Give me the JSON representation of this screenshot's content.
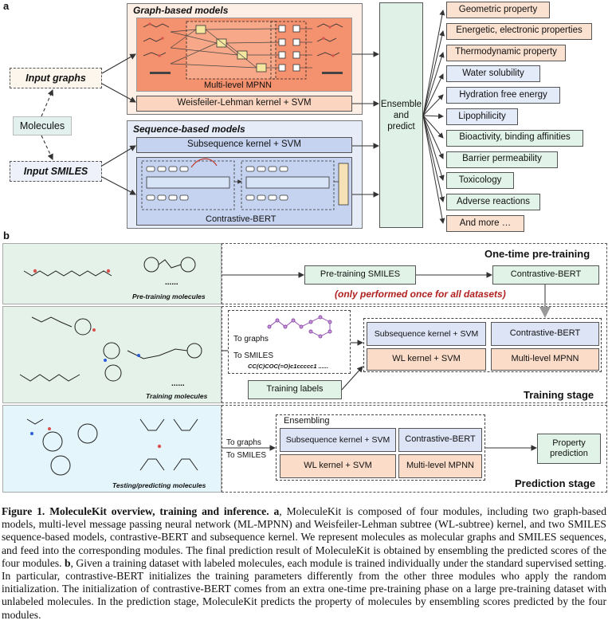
{
  "panel_a": {
    "label": "a",
    "graph_models_title": "Graph-based models",
    "mpnn_caption": "Multi-level MPNN",
    "wl_kernel": "Weisfeiler-Lehman kernel + SVM",
    "sequence_models_title": "Sequence-based models",
    "subseq_kernel": "Subsequence kernel + SVM",
    "contrastive_bert": "Contrastive-BERT",
    "input_graphs": "Input graphs",
    "molecules": "Molecules",
    "input_smiles": "Input SMILES",
    "ensemble": [
      "Ensemble",
      "and",
      "predict"
    ],
    "properties": [
      {
        "label": "Geometric property",
        "color": "#fbe1d0"
      },
      {
        "label": "Energetic, electronic properties",
        "color": "#fbe1d0"
      },
      {
        "label": "Thermodynamic property",
        "color": "#fbe1d0"
      },
      {
        "label": "Water solubility",
        "color": "#e3eaf8"
      },
      {
        "label": "Hydration free energy",
        "color": "#e3eaf8"
      },
      {
        "label": "Lipophilicity",
        "color": "#e3eaf8"
      },
      {
        "label": "Bioactivity, binding affinities",
        "color": "#e2f4ea"
      },
      {
        "label": "Barrier permeability",
        "color": "#e2f4ea"
      },
      {
        "label": "Toxicology",
        "color": "#e2f4ea"
      },
      {
        "label": "Adverse reactions",
        "color": "#e2f4ea"
      },
      {
        "label": "And more …",
        "color": "#fbe1d0"
      }
    ]
  },
  "panel_b": {
    "label": "b",
    "pretraining": {
      "title": "One-time pre-training",
      "molecules_caption": "Pre-training molecules",
      "ellipsis": "......",
      "pretraining_smiles": "Pre-training SMILES",
      "contrastive_bert": "Contrastive-BERT",
      "note": "(only performed once for all datasets)"
    },
    "training": {
      "title": "Training stage",
      "molecules_caption": "Training molecules",
      "ellipsis": "......",
      "to_graphs": "To graphs",
      "to_smiles": "To SMILES",
      "smiles_example": "CC(C)COC(=O)c1ccccc1 ......",
      "training_labels": "Training labels",
      "subseq_kernel": "Subsequence kernel + SVM",
      "contrastive_bert": "Contrastive-BERT",
      "wl_kernel": "WL kernel + SVM",
      "mpnn": "Multi-level MPNN"
    },
    "prediction": {
      "title": "Prediction stage",
      "molecules_caption": "Testing/predicting molecules",
      "to_graphs": "To graphs",
      "to_smiles": "To SMILES",
      "ensembling": "Ensembling",
      "subseq_kernel": "Subsequence kernel + SVM",
      "contrastive_bert": "Contrastive-BERT",
      "wl_kernel": "WL kernel + SVM",
      "mpnn": "Multi-level MPNN",
      "output": [
        "Property",
        "prediction"
      ]
    }
  },
  "caption": {
    "lead": "Figure 1.",
    "title": " MoleculeKit overview, training and inference.",
    "part_a_label": " a",
    "part_a": ", MoleculeKit is composed of four modules, including two graph-based models, multi-level message passing neural network (ML-MPNN) and Weisfeiler-Lehman subtree (WL-subtree) kernel, and two SMILES sequence-based models, contrastive-BERT and subsequence kernel. We represent molecules as molecular graphs and SMILES sequences, and feed into the corresponding modules. The final prediction result of MoleculeKit is obtained by ensembling the predicted scores of the four modules.",
    "part_b_label": " b",
    "part_b": ", Given a training dataset with labeled molecules, each module is trained individually under the standard supervised setting. In particular, contrastive-BERT initializes the training parameters differently from the other three modules who apply the random initialization. The initialization of contrastive-BERT comes from an extra one-time pre-training phase on a large pre-training dataset with unlabeled molecules. In the prediction stage, MoleculeKit predicts the property of molecules by ensembling scores predicted by the four modules."
  },
  "colors": {
    "graph_panel": "#fdeee6",
    "mpnn_fill": "#f4916e",
    "orange_box": "#fbd5bf",
    "seq_panel": "#e6ecf8",
    "bert_fill": "#c5d3f0",
    "ensemble": "#e0f2e8",
    "green_panel": "#e4f2ea",
    "cyan_panel": "#e4f6fb",
    "note_red": "#b02020"
  }
}
